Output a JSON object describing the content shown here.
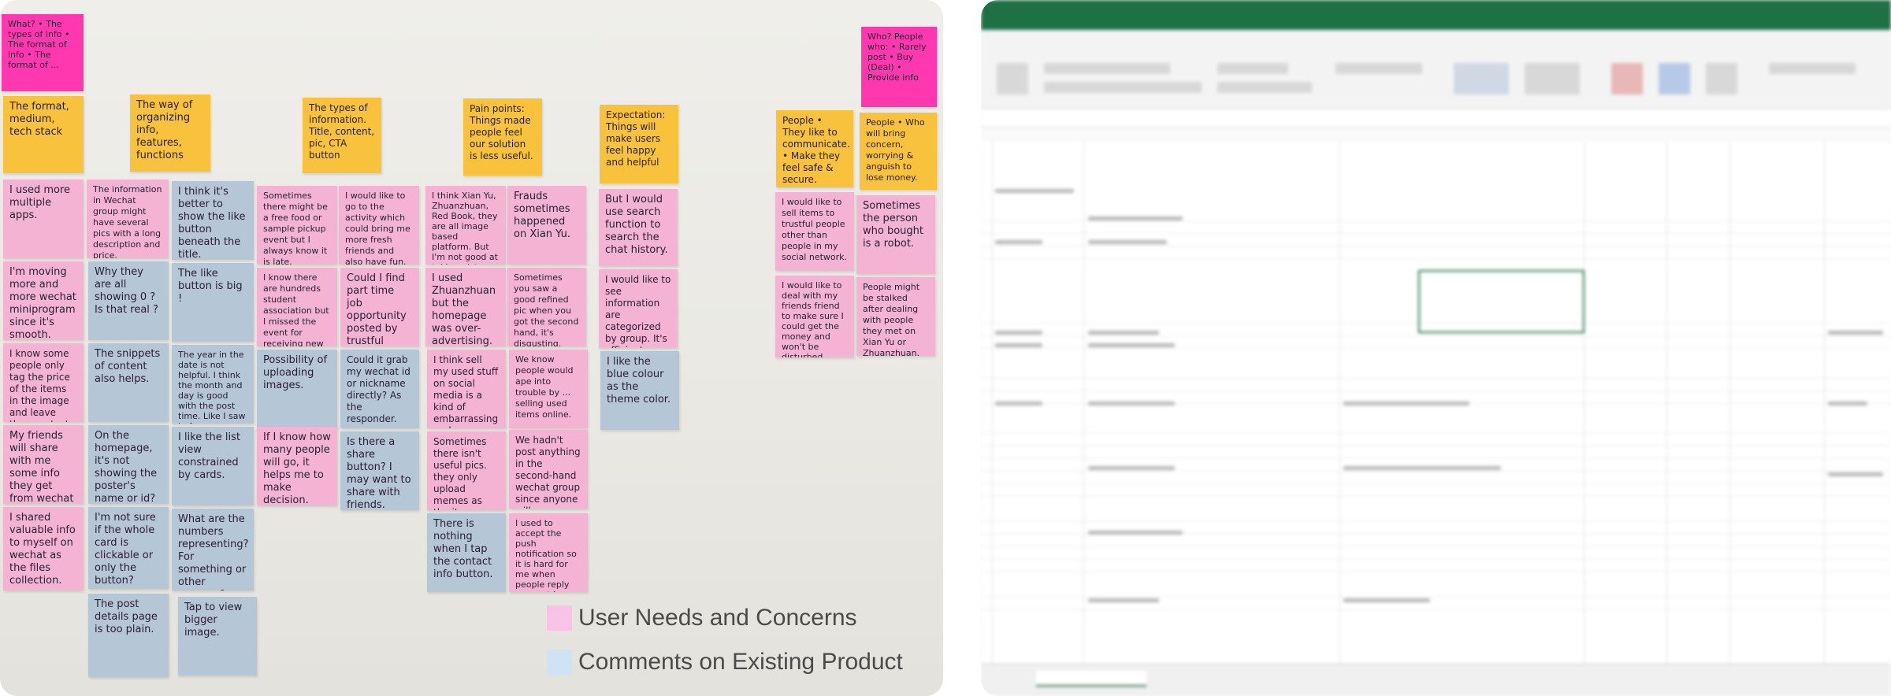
{
  "legend": {
    "needs_label": "User Needs and Concerns",
    "comments_label": "Comments on Existing Product",
    "needs_color": "#f8c3e6",
    "comments_color": "#cfe3f4"
  },
  "notes": [
    {
      "id": "what",
      "text": "What? • The types of info • The format of info • The format of ..."
    },
    {
      "id": "who",
      "text": "Who? People who: • Rarely post • Buy (Deal) • Provide info"
    },
    {
      "id": "format",
      "text": "The format, medium, tech stack"
    },
    {
      "id": "way",
      "text": "The way of organizing info, features, functions"
    },
    {
      "id": "types",
      "text": "The types of information. Title, content, pic, CTA button"
    },
    {
      "id": "pain",
      "text": "Pain points: Things made people feel our solution is less useful."
    },
    {
      "id": "expect",
      "text": "Expectation: Things will make users feel happy and helpful"
    },
    {
      "id": "people1",
      "text": "People • They like to communicate. • Make they feel safe & secure."
    },
    {
      "id": "people2",
      "text": "People • Who will bring concern, worrying & anguish to lose money."
    },
    {
      "id": "n1",
      "text": "I used more multiple apps."
    },
    {
      "id": "n2",
      "text": "The information in Wechat group might have several pics with a long description and price."
    },
    {
      "id": "n3",
      "text": "I think it's better to show the like button beneath the title."
    },
    {
      "id": "n4",
      "text": "Sometimes there might be a free food or sample pickup event but I always know it is late."
    },
    {
      "id": "n5",
      "text": "I would like to go to the activity which could bring me more fresh friends and also have fun."
    },
    {
      "id": "n6",
      "text": "I think Xian Yu, Zhuanzhuan, Red Book, they are all image based platform. But I'm not good at taking pictures."
    },
    {
      "id": "n7",
      "text": "Frauds sometimes happened on Xian Yu."
    },
    {
      "id": "n8",
      "text": "But I would use search function to search the chat history."
    },
    {
      "id": "n9",
      "text": "I would like to sell items to trustful people other than people in my social network."
    },
    {
      "id": "n10",
      "text": "Sometimes the person who bought is a robot."
    },
    {
      "id": "n11",
      "text": "I'm moving more and more wechat miniprogram since it's smooth."
    },
    {
      "id": "n12",
      "text": "Why they are all showing 0 ? Is that real ?"
    },
    {
      "id": "n13",
      "text": "The like button is big !"
    },
    {
      "id": "n14",
      "text": "I know there are hundreds student association but I missed the event for receiving new people."
    },
    {
      "id": "n15",
      "text": "Could I find part time job opportunity posted by trustful people?"
    },
    {
      "id": "n16",
      "text": "I used Zhuanzhuan but the homepage was over-advertising."
    },
    {
      "id": "n17",
      "text": "Sometimes you saw a good refined pic when you got the second hand, it's disgusting."
    },
    {
      "id": "n18",
      "text": "I would like to see information are categorized by group. It's efficient."
    },
    {
      "id": "n19",
      "text": "I would like to deal with my friends friend to make sure I could get the money and won't be disturbed."
    },
    {
      "id": "n20",
      "text": "People might be stalked after dealing with people they met on Xian Yu or Zhuanzhuan."
    },
    {
      "id": "n21",
      "text": "I know some people only tag the price of the items in the image and leave they contact info."
    },
    {
      "id": "n22",
      "text": "The snippets of content also helps."
    },
    {
      "id": "n23",
      "text": "The year in the date is not helpful. I think the month and day is good with the post time. Like I saw before."
    },
    {
      "id": "n24",
      "text": "Possibility of uploading images."
    },
    {
      "id": "n25",
      "text": "Could it grab my wechat id or nickname directly? As the responder."
    },
    {
      "id": "n26",
      "text": "I think sell my used stuff on social media is a kind of embarrassing and humiliating."
    },
    {
      "id": "n27",
      "text": "We know people would ape into trouble by ... selling used items online."
    },
    {
      "id": "n28",
      "text": "I like the blue colour as the theme color."
    },
    {
      "id": "n29",
      "text": "My friends will share with me some info they get from wechat group."
    },
    {
      "id": "n30",
      "text": "On the homepage, it's not showing the poster's name or id?"
    },
    {
      "id": "n31",
      "text": "I like the list view constrained by cards."
    },
    {
      "id": "n32",
      "text": "If I know how many people will go, it helps me to make decision."
    },
    {
      "id": "n33",
      "text": "Is there a share button? I may want to share with friends."
    },
    {
      "id": "n34",
      "text": "Sometimes there isn't useful pics. they only upload memes as the item image."
    },
    {
      "id": "n35",
      "text": "We hadn't post anything in the second-hand wechat group since anyone will see our name."
    },
    {
      "id": "n36",
      "text": "I shared valuable info to myself on wechat as the files collection."
    },
    {
      "id": "n37",
      "text": "I'm not sure if the whole card is clickable or only the button?"
    },
    {
      "id": "n38",
      "text": "What are the numbers representing? For something or other purpose?"
    },
    {
      "id": "n39",
      "text": "There is nothing when I tap the contact info button."
    },
    {
      "id": "n40",
      "text": "I used to accept the push notification so it is hard for me when people reply my post in Xian Yu."
    },
    {
      "id": "n41",
      "text": "The post details page is too plain."
    },
    {
      "id": "n42",
      "text": "Tap to view bigger image."
    }
  ]
}
